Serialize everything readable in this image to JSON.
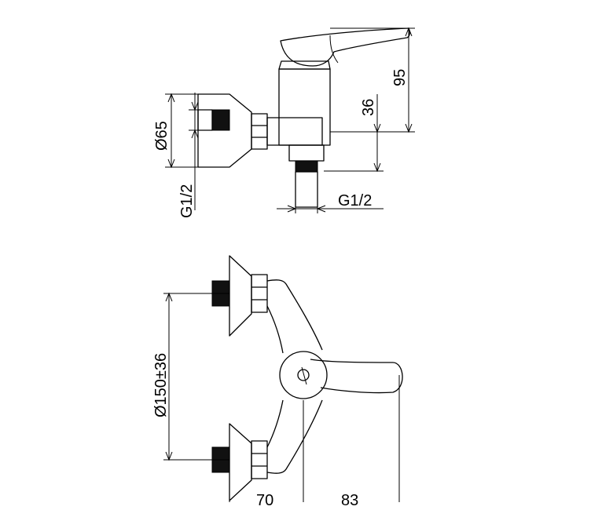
{
  "side_view": {
    "dim_height_total": "95",
    "dim_outlet_offset": "36",
    "dim_flange_diameter": "Ø65",
    "dim_inlet_thread": "G1/2",
    "dim_outlet_thread": "G1/2"
  },
  "front_view": {
    "dim_inlet_spacing": "Ø150±36",
    "dim_body_width": "70",
    "dim_handle_length": "83"
  }
}
